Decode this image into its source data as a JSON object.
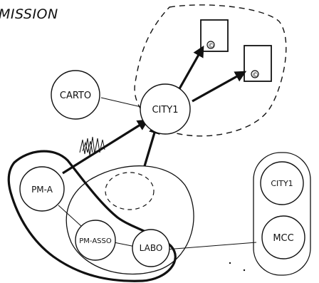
{
  "title": "MISSION",
  "nodes": {
    "carto": "CARTO",
    "city1_center": "CITY1",
    "pm_a": "PM-A",
    "pm_asso": "PM-ASSO",
    "labo": "LABO",
    "city1_right": "CITY1",
    "mcc": "MCC"
  },
  "doc_marks": [
    "©",
    "©"
  ],
  "colors": {
    "ink": "#111111",
    "paper": "#ffffff"
  }
}
